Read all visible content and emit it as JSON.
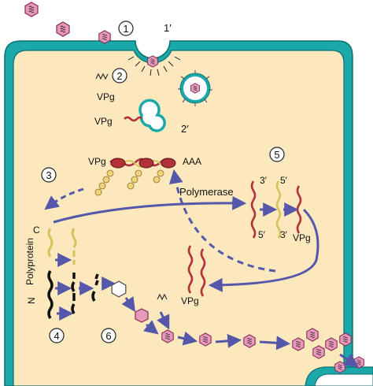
{
  "colors": {
    "membrane": "#1aa8a8",
    "membrane_dark": "#0d6f73",
    "cytoplasm": "#fbe8bd",
    "virion": "#e59abb",
    "virion_edge": "#8a2a52",
    "rna_plus": "#d4c35e",
    "rna_minus": "#b3323a",
    "arrow": "#5557aa",
    "ribosome": "#f0d27a",
    "protein_black": "#111111"
  },
  "steps": {
    "s1": "1",
    "s2": "2",
    "s3": "3",
    "s4": "4",
    "s5": "5",
    "s6": "6"
  },
  "labels": {
    "one_prime": "1′",
    "two_prime": "2′",
    "vpg_endosome": "VPg",
    "vpg_uncoat": "VPg",
    "vpg_translation": "VPg",
    "aaa": "AAA",
    "polymerase": "Polymerase",
    "three_prime_top": "3′",
    "five_prime_top": "5′",
    "five_prime_bottom": "5′",
    "three_prime_bottom": "3′",
    "vpg_replication": "VPg",
    "vpg_new": "VPg",
    "polyprotein": "Polyprotein",
    "c_terminus": "C",
    "n_terminus": "N"
  }
}
